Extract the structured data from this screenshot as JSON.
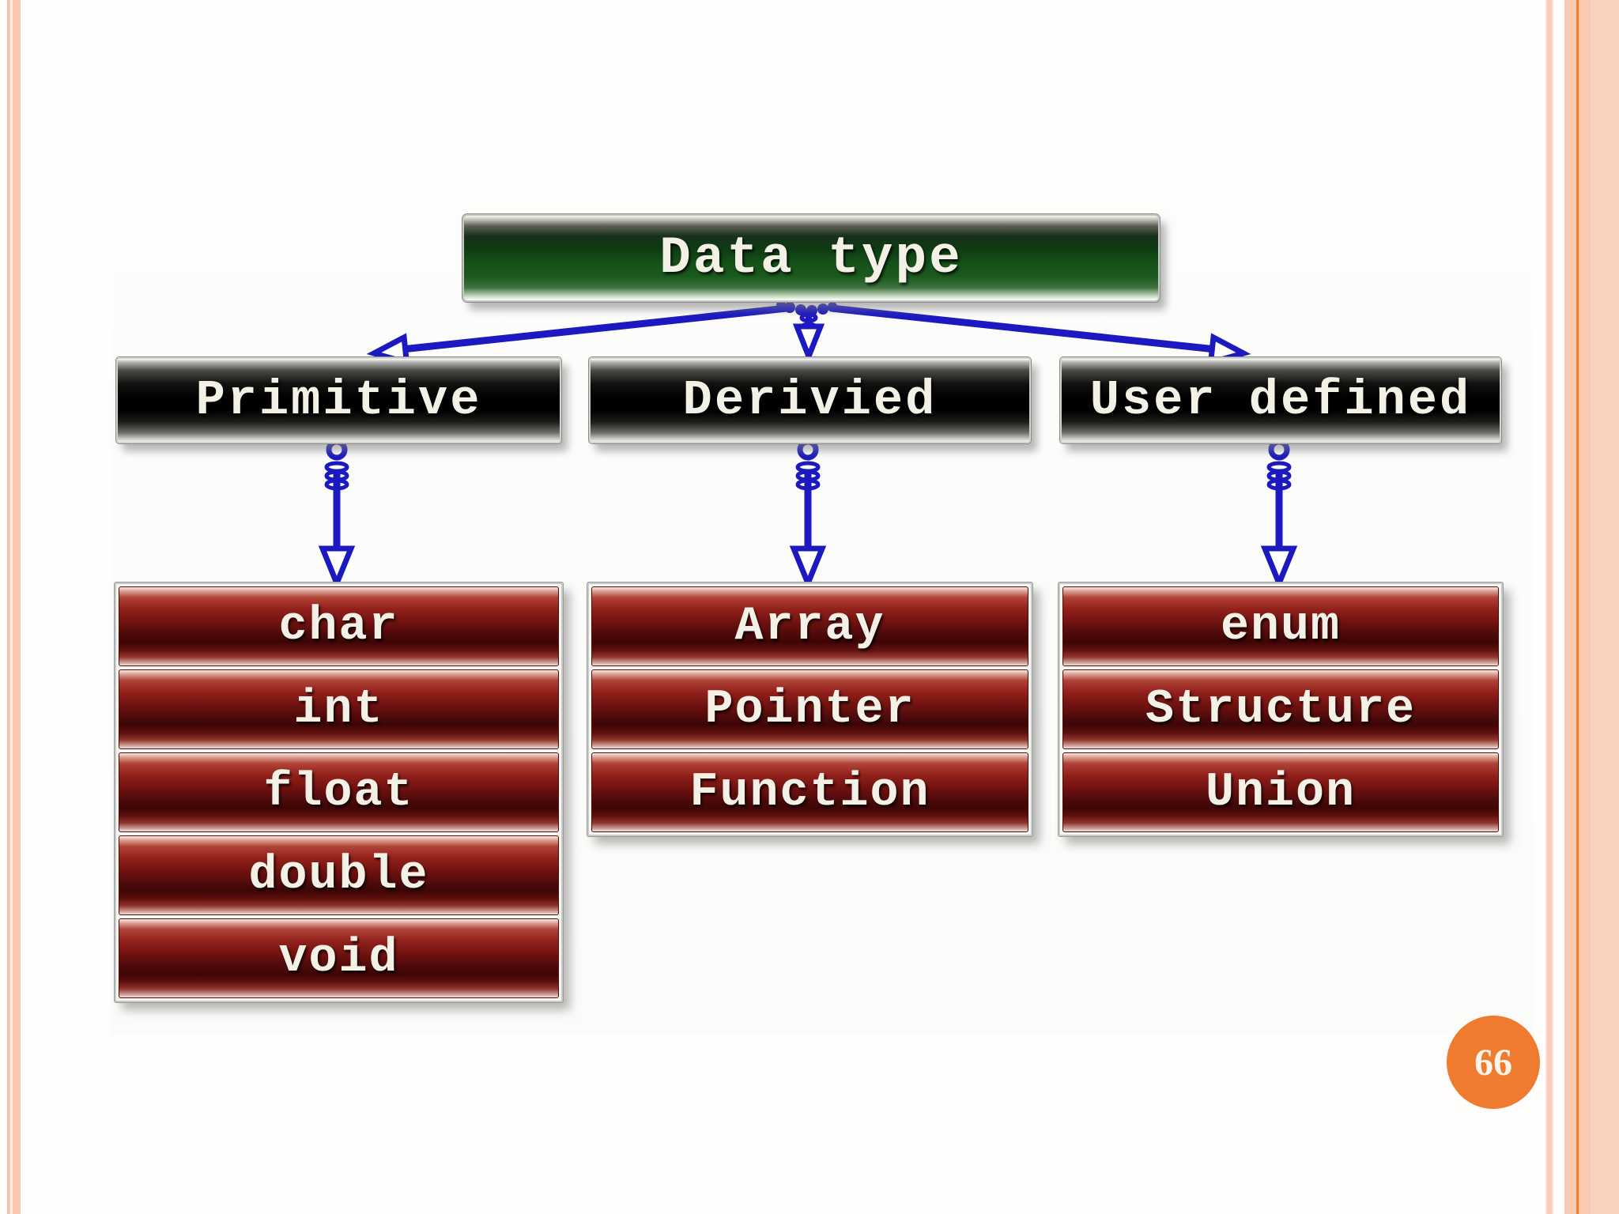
{
  "slide": {
    "page_number": "66"
  },
  "diagram": {
    "root_label": "Data type",
    "branches": [
      {
        "label": "Primitive",
        "children": [
          "char",
          "int",
          "float",
          "double",
          "void"
        ]
      },
      {
        "label": "Derivied",
        "children": [
          "Array",
          "Pointer",
          "Function"
        ]
      },
      {
        "label": "User defined",
        "children": [
          "enum",
          "Structure",
          "Union"
        ]
      }
    ]
  },
  "colors": {
    "arrow_blue": "#1c19c0",
    "root_green": "#155019",
    "branch_black": "#000000",
    "leaf_maroon": "#5e100d",
    "badge_orange": "#ee7b2f",
    "stripe_peach": "#f8c7ae",
    "accent_orange_line": "#ee8138"
  }
}
